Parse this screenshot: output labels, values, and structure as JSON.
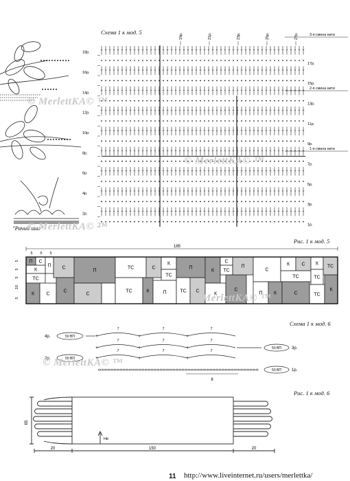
{
  "watermark": "© MerlettKA© ™",
  "url": "http://www.liveinternet.ru/users/merlettka/",
  "page_number": "11",
  "left_illustration": {
    "caption": "\"Рачий шаг\""
  },
  "scheme5": {
    "title": "Схема 1 к мод. 5",
    "row_labels_left": [
      "18р.",
      "16р.",
      "14р.",
      "12р.",
      "10р.",
      "8р.",
      "6р.",
      "4р.",
      "2р."
    ],
    "row_labels_right": [
      "17р.",
      "15р.",
      "13р.",
      "11р.",
      "9р.",
      "7р.",
      "5р.",
      "3р.",
      "1р."
    ],
    "top_labels": [
      "19р.",
      "21р.",
      "23р.",
      "25р.",
      "27р."
    ],
    "thread_changes": [
      "3-я смена нити",
      "2-я смена нити",
      "1-я смена нити"
    ]
  },
  "fig5": {
    "title": "Рис. 1 к мод. 5",
    "width_label": "185",
    "small_widths": [
      "5",
      "5",
      "5"
    ],
    "side_heights": [
      "5",
      "5",
      "5",
      "10",
      "5"
    ],
    "letters": [
      "П",
      "С",
      "К",
      "ТС"
    ]
  },
  "scheme6": {
    "title": "Схема 1 к мод. 6",
    "rows": [
      "4р.",
      "3р.",
      "2р.",
      "1р."
    ],
    "chain_label": "50 ВП",
    "count_label": "7",
    "bottom_label": "8"
  },
  "fig6": {
    "title": "Рис. 1 к мод. 6",
    "height_label": "65",
    "dims": [
      "20",
      "150",
      "20"
    ],
    "direction_label": "Нв"
  }
}
